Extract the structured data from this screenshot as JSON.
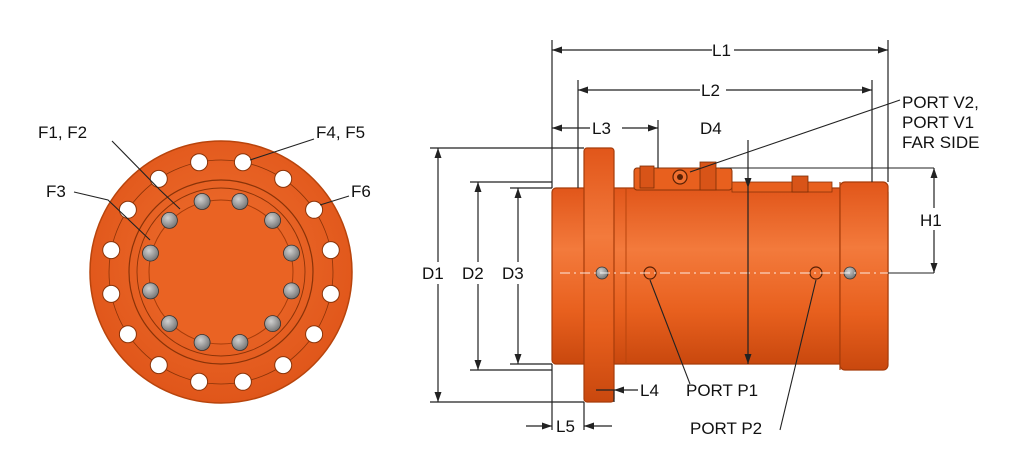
{
  "drawing": {
    "colors": {
      "body": "#e8601e",
      "body_dark": "#c9480e",
      "body_light": "#f37a3c",
      "bolt": "#9a9a9a",
      "line": "#222222"
    },
    "front_view": {
      "labels": {
        "f1_f2": "F1, F2",
        "f4_f5": "F4, F5",
        "f3": "F3",
        "f6": "F6"
      },
      "outer_bolt_holes": 16,
      "inner_bolts": 12
    },
    "side_view": {
      "labels": {
        "l1": "L1",
        "l2": "L2",
        "l3": "L3",
        "l4": "L4",
        "l5": "L5",
        "d1": "D1",
        "d2": "D2",
        "d3": "D3",
        "d4": "D4",
        "h1": "H1",
        "port_v_line1": "PORT V2,",
        "port_v_line2": "PORT V1",
        "port_v_line3": "FAR SIDE",
        "port_p1": "PORT P1",
        "port_p2": "PORT P2"
      }
    }
  }
}
